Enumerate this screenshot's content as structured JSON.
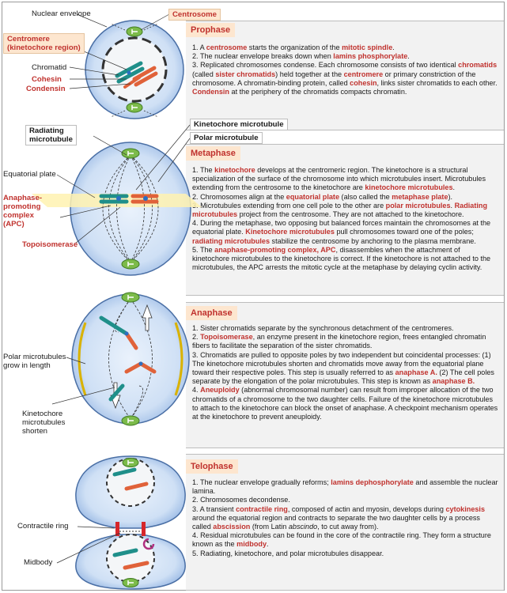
{
  "labels": {
    "nuclear_envelope": "Nuclear envelope",
    "centrosome": "Centrosome",
    "centromere": "Centromere\n(kinetochore region)",
    "chromatid": "Chromatid",
    "cohesin": "Cohesin",
    "condensin": "Condensin",
    "radiating_microtubule": "Radiating\nmicrotubule",
    "kinetochore_microtubule": "Kinetochore microtubule",
    "polar_microtubule": "Polar microtubule",
    "equatorial_plate": "Equatorial plate",
    "apc": "Anaphase-\npromoting\ncomplex\n(APC)",
    "topoisomerase": "Topoisomerase",
    "polar_microtubules_grow": "Polar microtubules\ngrow in length",
    "kinetochore_microtubules_shorten": "Kinetochore\nmicrotubules\nshorten",
    "contractile_ring": "Contractile ring",
    "midbody": "Midbody"
  },
  "stages": [
    {
      "title": "Prophase",
      "items": [
        [
          [
            "1. A ",
            false
          ],
          [
            "centrosome",
            true
          ],
          [
            " starts the organization of the ",
            false
          ],
          [
            "mitotic spindle",
            true
          ],
          [
            ".",
            false
          ]
        ],
        [
          [
            "2. The nuclear envelope breaks down when ",
            false
          ],
          [
            "lamins phosphorylate",
            true
          ],
          [
            ".",
            false
          ]
        ],
        [
          [
            "3. Replicated chromosomes condense. Each chromosome consists of two identical ",
            false
          ],
          [
            "chromatids",
            true
          ],
          [
            " (called ",
            false
          ],
          [
            "sister chromatids",
            true
          ],
          [
            ") held together at the ",
            false
          ],
          [
            "centromere",
            true
          ],
          [
            " or primary constriction of the chromosome.  A chromatin-binding protein, called ",
            false
          ],
          [
            "cohesin",
            true
          ],
          [
            ", links sister chromatids to each other. ",
            false
          ],
          [
            "Condensin",
            true
          ],
          [
            " at the periphery of the chromatids compacts chromatin.",
            false
          ]
        ]
      ]
    },
    {
      "title": "Metaphase",
      "items": [
        [
          [
            "1. The ",
            false
          ],
          [
            "kinetochore",
            true
          ],
          [
            " develops at the centromeric region. The kinetochore is a structural specialization of the surface of the chromosome into which microtubules insert.  Microtubules extending from the centrosome to the kinetochore are ",
            false
          ],
          [
            "kinetochore microtubules",
            true
          ],
          [
            ".",
            false
          ]
        ],
        [
          [
            "2. Chromosomes align at the ",
            false
          ],
          [
            "equatorial plate",
            true
          ],
          [
            " (also called the ",
            false
          ],
          [
            "metaphase plate",
            true
          ],
          [
            ").",
            false
          ]
        ],
        [
          [
            "3. Microtubules extending from one cell pole to the other are ",
            false
          ],
          [
            "polar microtubules",
            true
          ],
          [
            ".  ",
            false
          ],
          [
            "Radiating microtubules",
            true
          ],
          [
            " project from the centrosome. They are not attached to the kinetochore.",
            false
          ]
        ],
        [
          [
            "4. During the metaphase, two opposing but balanced forces maintain the chromosomes at the equatorial plate. ",
            false
          ],
          [
            "Kinetochore microtubules",
            true
          ],
          [
            " pull chromosomes toward one of the poles; ",
            false
          ],
          [
            "radiating microtubules",
            true
          ],
          [
            " stabilize the centrosome by anchoring to the plasma membrane.",
            false
          ]
        ],
        [
          [
            "5.  The ",
            false
          ],
          [
            "anaphase-promoting complex, APC",
            true
          ],
          [
            ", disassembles when the attachment of kinetochore microtubules to the kinetochore is correct. If the kinetochore is not attached to the microtubules, the APC arrests the mitotic cycle at the metaphase by delaying cyclin activity.",
            false
          ]
        ]
      ]
    },
    {
      "title": "Anaphase",
      "items": [
        [
          [
            "1. Sister chromatids separate by the synchronous detachment of the centromeres.",
            false
          ]
        ],
        [
          [
            "2. ",
            false
          ],
          [
            "Topoisomerase",
            true
          ],
          [
            ", an enzyme present in the kinetochore region, frees entangled chromatin fibers to facilitate the separation of the sister chromatids.",
            false
          ]
        ],
        [
          [
            "3. Chromatids are pulled to opposite poles by two independent but coincidental processes: (1) The kinetochore microtubules shorten and chromatids move away from the equatorial plane toward their respective poles. This step is usually referred to as ",
            false
          ],
          [
            "anaphase A.",
            true
          ],
          [
            " (2) The cell poles separate by the elongation of the polar microtubules. This step is known as ",
            false
          ],
          [
            "anaphase B.",
            true
          ]
        ],
        [
          [
            "4. ",
            false
          ],
          [
            "Aneuploidy",
            true
          ],
          [
            " (abnormal chromosomal number) can result from improper allocation of the two chromatids of a chromosome to the two daughter cells. Failure of the kinetochore microtubules to attach to the kinetochore can block the onset of anaphase. A checkpoint mechanism operates at the kinetochore to prevent aneuploidy.",
            false
          ]
        ]
      ]
    },
    {
      "title": "Telophase",
      "items": [
        [
          [
            "1. The nuclear envelope gradually reforms; ",
            false
          ],
          [
            "lamins dephosphorylate",
            true
          ],
          [
            " and assemble the nuclear lamina.",
            false
          ]
        ],
        [
          [
            "2. Chromosomes decondense.",
            false
          ]
        ],
        [
          [
            "3.  A transient ",
            false
          ],
          [
            "contractile ring",
            true
          ],
          [
            ", composed of actin and myosin, develops during ",
            false
          ],
          [
            "cytokinesis",
            true
          ],
          [
            " around the equatorial region and contracts to separate the two daughter cells by a process called ",
            false
          ],
          [
            "abscission",
            true
          ],
          [
            " (from Latin ",
            false
          ],
          [
            "abscindo",
            "italic"
          ],
          [
            ", to cut away from).",
            false
          ]
        ],
        [
          [
            "4. Residual microtubules can be found in the core of the contractile ring. They form a structure known as the ",
            false
          ],
          [
            "midbody",
            true
          ],
          [
            ".",
            false
          ]
        ],
        [
          [
            "5. Radiating, kinetochore, and polar microtubules disappear.",
            false
          ]
        ]
      ]
    }
  ],
  "colors": {
    "accent_red": "#c0322e",
    "cell_fill": "#cfe0f5",
    "cell_stroke": "#4a6fa5",
    "centrosome_green": "#7cbb4a",
    "chromatid_teal": "#1f8f8a",
    "chromatid_orange": "#e0623a",
    "tab_fill": "#fde6cf",
    "panel_fill": "#f2f2f2"
  }
}
